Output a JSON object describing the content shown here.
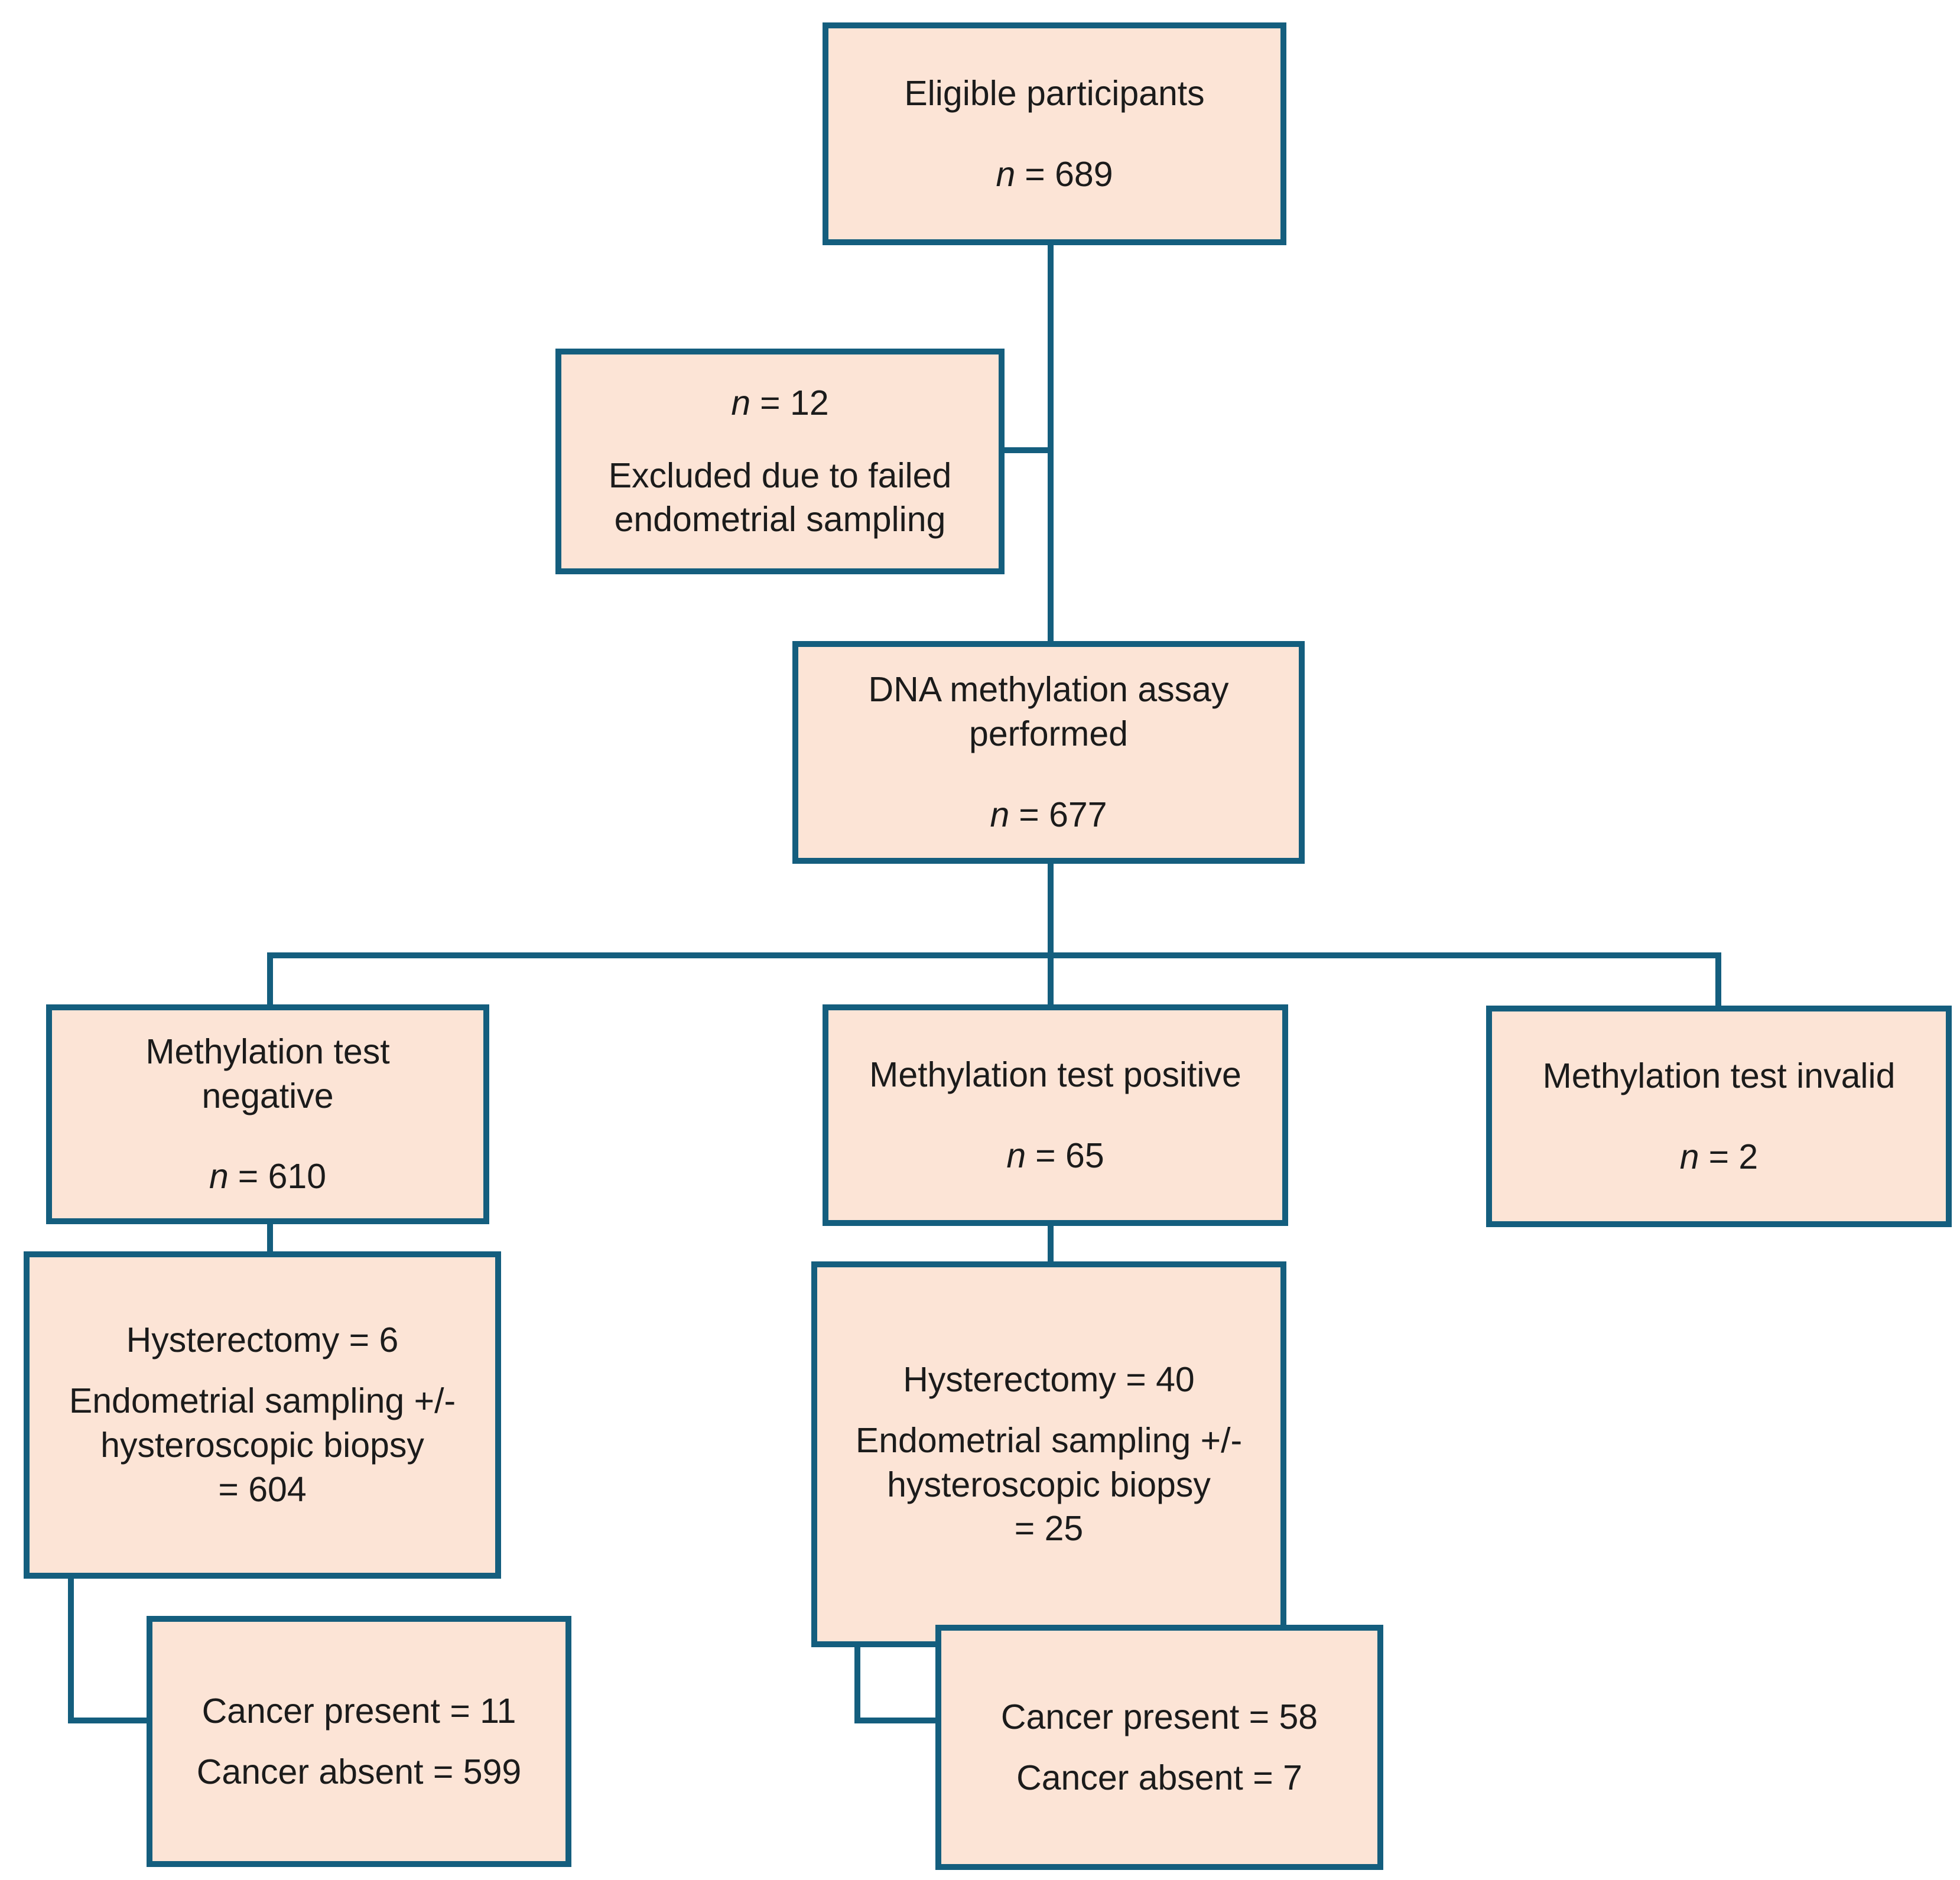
{
  "colors": {
    "box_fill": "#fce4d6",
    "box_border": "#145e7e",
    "connector": "#145e7e",
    "text": "#1b1b1b",
    "background": "#ffffff"
  },
  "flowchart": {
    "eligible": {
      "title_lines": [
        "Eligible participants"
      ],
      "n_label": "n",
      "n_value": "= 689"
    },
    "excluded": {
      "n_label": "n",
      "n_value": "= 12",
      "desc_lines": [
        "Excluded due to failed",
        "endometrial sampling"
      ]
    },
    "assay": {
      "title_lines": [
        "DNA methylation assay",
        "performed"
      ],
      "n_label": "n",
      "n_value": "= 677"
    },
    "test_negative": {
      "title_lines": [
        "Methylation test",
        "negative"
      ],
      "n_label": "n",
      "n_value": "= 610"
    },
    "test_positive": {
      "title_lines": [
        "Methylation test positive"
      ],
      "n_label": "n",
      "n_value": "= 65"
    },
    "test_invalid": {
      "title_lines": [
        "Methylation test invalid"
      ],
      "n_label": "n",
      "n_value": "= 2"
    },
    "followup_negative": {
      "line1": "Hysterectomy = 6",
      "para2_lines": [
        "Endometrial sampling +/-",
        "hysteroscopic biopsy",
        "= 604"
      ]
    },
    "followup_positive": {
      "line1": "Hysterectomy = 40",
      "para2_lines": [
        "Endometrial sampling +/-",
        "hysteroscopic biopsy",
        "= 25"
      ]
    },
    "outcome_negative": {
      "line1": "Cancer present = 11",
      "line2": "Cancer absent = 599"
    },
    "outcome_positive": {
      "line1": "Cancer present = 58",
      "line2": "Cancer absent = 7"
    }
  }
}
